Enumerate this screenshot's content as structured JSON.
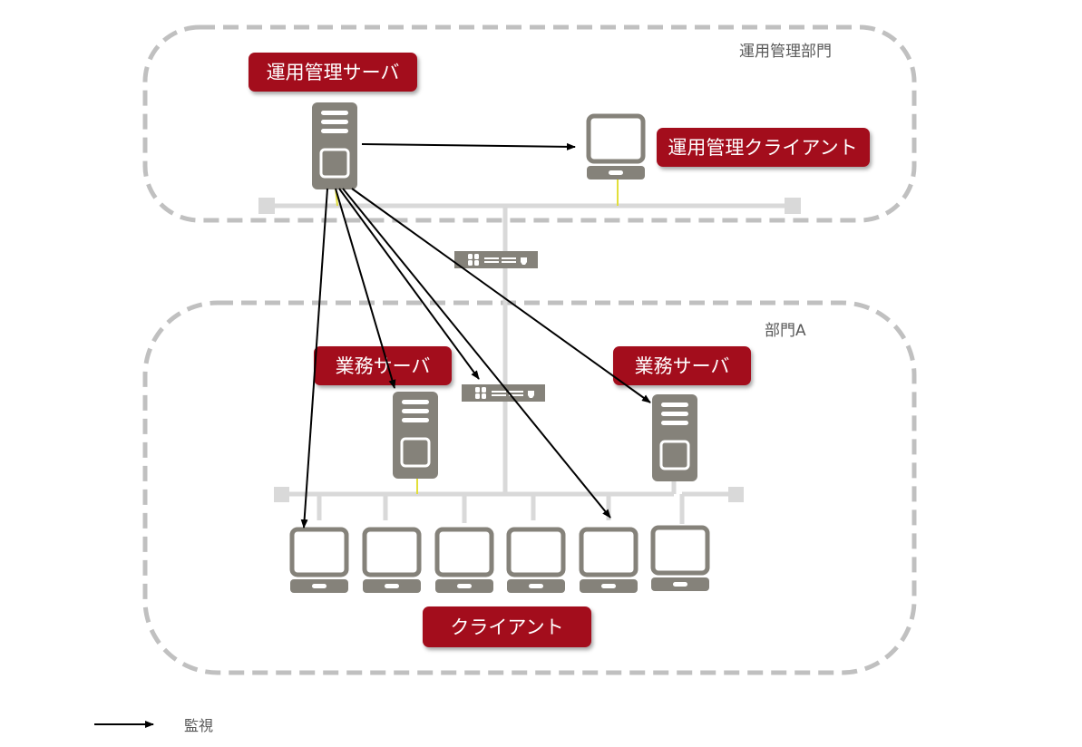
{
  "zones": {
    "management": {
      "label": "運用管理部門"
    },
    "department_a": {
      "label": "部門A"
    }
  },
  "nodes": {
    "management_server": {
      "label": "運用管理サーバ",
      "icon": "server-icon"
    },
    "management_client": {
      "label": "運用管理クライアント",
      "icon": "monitor-icon"
    },
    "business_server_1": {
      "label": "業務サーバ",
      "icon": "server-icon"
    },
    "business_server_2": {
      "label": "業務サーバ",
      "icon": "server-icon"
    },
    "clients": {
      "label": "クライアント",
      "icon": "monitor-icon",
      "count": 6
    },
    "switches": {
      "icon": "network-switch-icon",
      "count": 2
    }
  },
  "connections": {
    "monitor_arrows": [
      {
        "from": "運用管理サーバ",
        "to": "運用管理クライアント"
      },
      {
        "from": "運用管理サーバ",
        "to": "クライアント 1"
      },
      {
        "from": "運用管理サーバ",
        "to": "業務サーバ (左)"
      },
      {
        "from": "運用管理サーバ",
        "to": "スイッチ (部門A)"
      },
      {
        "from": "運用管理サーバ",
        "to": "クライアント 5"
      },
      {
        "from": "運用管理サーバ",
        "to": "業務サーバ (右)"
      }
    ]
  },
  "legend": {
    "items": [
      {
        "symbol": "arrow",
        "label": "監視"
      }
    ]
  },
  "colors": {
    "label_bg": "#a30b1c",
    "device": "#85827a",
    "network_line": "#d9d9d9",
    "zone_border": "#c0c0c0",
    "arrow": "#000000",
    "link_accent": "#e2df3a"
  }
}
